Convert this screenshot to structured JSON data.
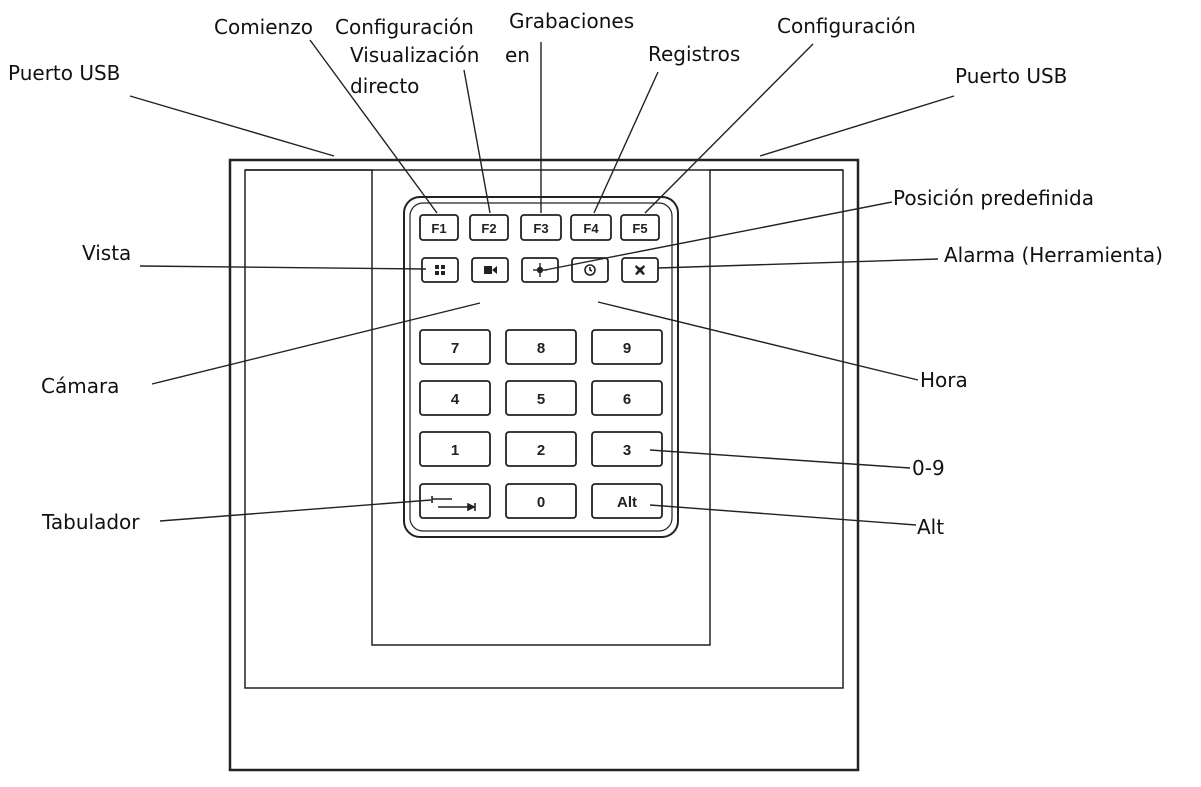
{
  "labels": {
    "usb_left": "Puerto USB",
    "usb_right": "Puerto USB",
    "comienzo": "Comienzo",
    "config_top": "Configuración",
    "visualizacion_1": "Visualización",
    "visualizacion_2": "en",
    "visualizacion_3": "directo",
    "grabaciones": "Grabaciones",
    "registros": "Registros",
    "configuracion": "Configuración",
    "posicion": "Posición predefinida",
    "vista": "Vista",
    "alarma": "Alarma (Herramienta)",
    "camara": "Cámara",
    "hora": "Hora",
    "digits": "0-9",
    "tabulador": "Tabulador",
    "alt": "Alt"
  },
  "keys": {
    "f1": "F1",
    "f2": "F2",
    "f3": "F3",
    "f4": "F4",
    "f5": "F5",
    "k7": "7",
    "k8": "8",
    "k9": "9",
    "k4": "4",
    "k5": "5",
    "k6": "6",
    "k1": "1",
    "k2": "2",
    "k3": "3",
    "k0": "0",
    "kalt": "Alt"
  },
  "icons": {
    "view": "grid-icon",
    "camera": "camera-icon",
    "preset": "crosshair-icon",
    "time": "clock-icon",
    "alarm": "tool-icon",
    "tab": "tab-arrows-icon"
  }
}
